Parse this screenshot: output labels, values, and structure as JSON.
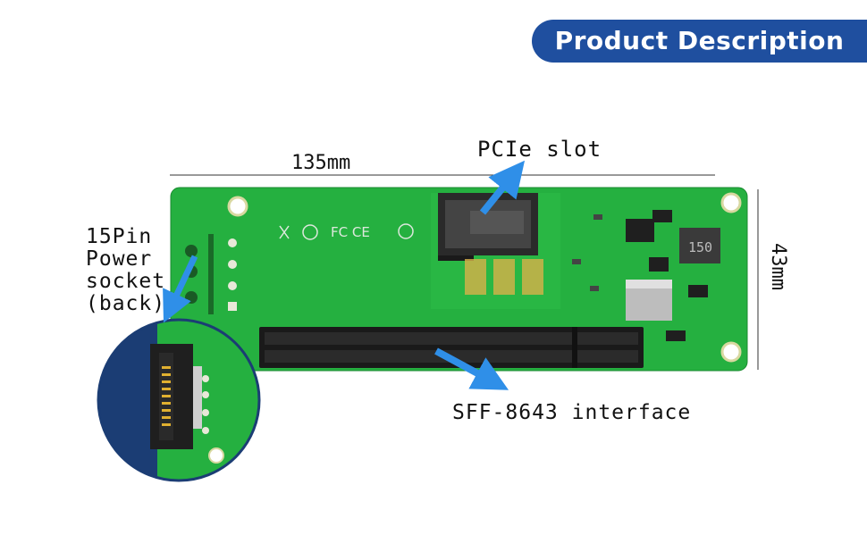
{
  "banner": {
    "title": "Product Description"
  },
  "labels": {
    "width": "135mm",
    "height": "43mm",
    "pcie": "PCIe slot",
    "power": [
      "15Pin",
      "Power",
      "socket",
      "(back)"
    ],
    "sff": "SFF-8643 interface"
  },
  "board_markings": {
    "inductor": "150"
  },
  "colors": {
    "banner": "#1f4f9f",
    "pcb": "#25b040",
    "slot": "#1a1a1a",
    "arrow": "#2f8fe8",
    "inset_bg": "#1b3d74"
  }
}
